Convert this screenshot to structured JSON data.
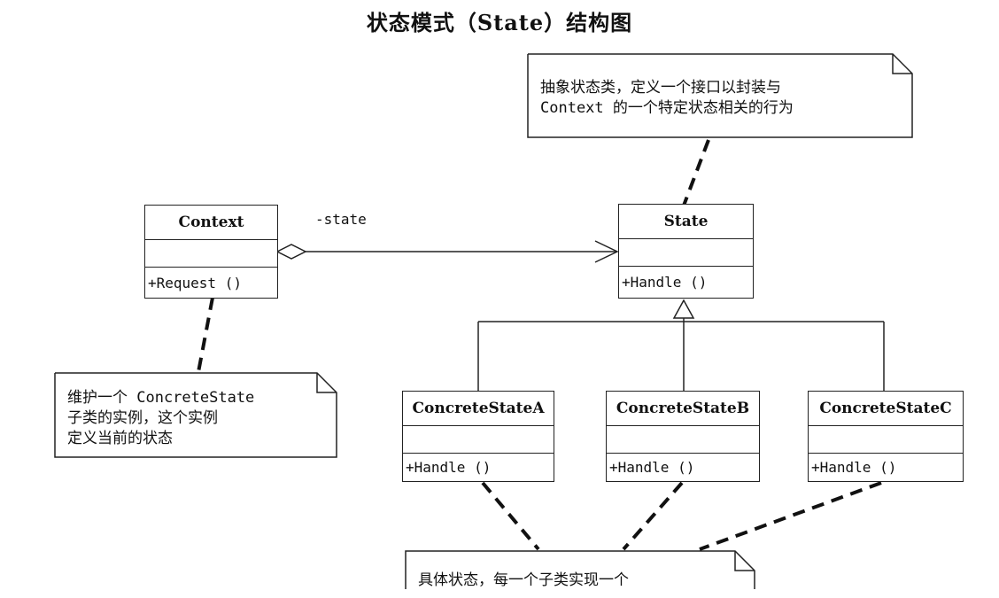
{
  "title": "状态模式（State）结构图",
  "classes": {
    "context": {
      "name": "Context",
      "operation": "+Request ()"
    },
    "state": {
      "name": "State",
      "operation": "+Handle ()"
    },
    "concrete_a": {
      "name": "ConcreteStateA",
      "operation": "+Handle ()"
    },
    "concrete_b": {
      "name": "ConcreteStateB",
      "operation": "+Handle ()"
    },
    "concrete_c": {
      "name": "ConcreteStateC",
      "operation": "+Handle ()"
    }
  },
  "association_role": "-state",
  "notes": {
    "state_note": [
      "抽象状态类，定义一个接口以封装与",
      "Context 的一个特定状态相关的行为"
    ],
    "context_note": [
      "维护一个 ConcreteState",
      "子类的实例，这个实例",
      "定义当前的状态"
    ],
    "concrete_note": [
      "具体状态，每一个子类实现一个"
    ]
  }
}
